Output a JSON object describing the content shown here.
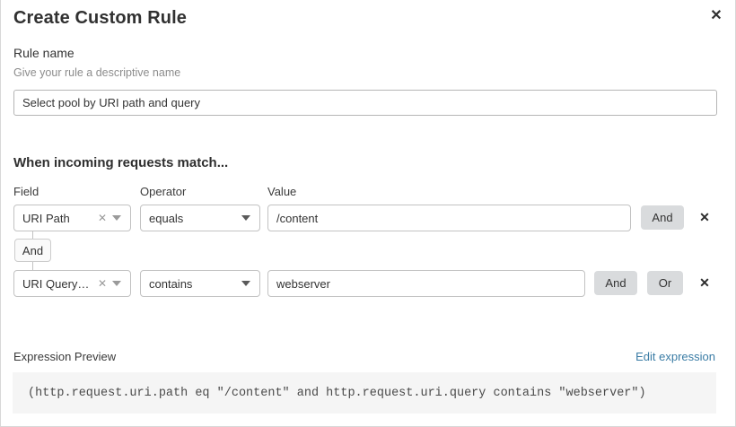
{
  "dialog": {
    "title": "Create Custom Rule",
    "close_icon": "close-icon"
  },
  "rule_name": {
    "label": "Rule name",
    "help": "Give your rule a descriptive name",
    "value": "Select pool by URI path and query",
    "placeholder": ""
  },
  "match_section": {
    "heading": "When incoming requests match...",
    "columns": {
      "field": "Field",
      "operator": "Operator",
      "value": "Value"
    },
    "connector": {
      "label": "And"
    },
    "rows": [
      {
        "field": "URI Path",
        "field_clear_icon": "clear-icon",
        "field_caret_icon": "chevron-down-icon",
        "operator": "equals",
        "operator_caret_icon": "chevron-down-icon",
        "value": "/content",
        "logic_buttons": [
          "And"
        ],
        "remove_icon": "close-icon"
      },
      {
        "field": "URI Query St...",
        "field_clear_icon": "clear-icon",
        "field_caret_icon": "chevron-down-icon",
        "operator": "contains",
        "operator_caret_icon": "chevron-down-icon",
        "value": "webserver",
        "logic_buttons": [
          "And",
          "Or"
        ],
        "remove_icon": "close-icon"
      }
    ]
  },
  "expression_preview": {
    "label": "Expression Preview",
    "edit_link": "Edit expression",
    "expression": "(http.request.uri.path eq \"/content\" and http.request.uri.query contains \"webserver\")"
  },
  "colors": {
    "link": "#3a7ca5",
    "logic_button_bg": "#d9dbdd",
    "code_bg": "#f5f5f5",
    "text": "#333333",
    "muted_text": "#8c8c8c"
  }
}
